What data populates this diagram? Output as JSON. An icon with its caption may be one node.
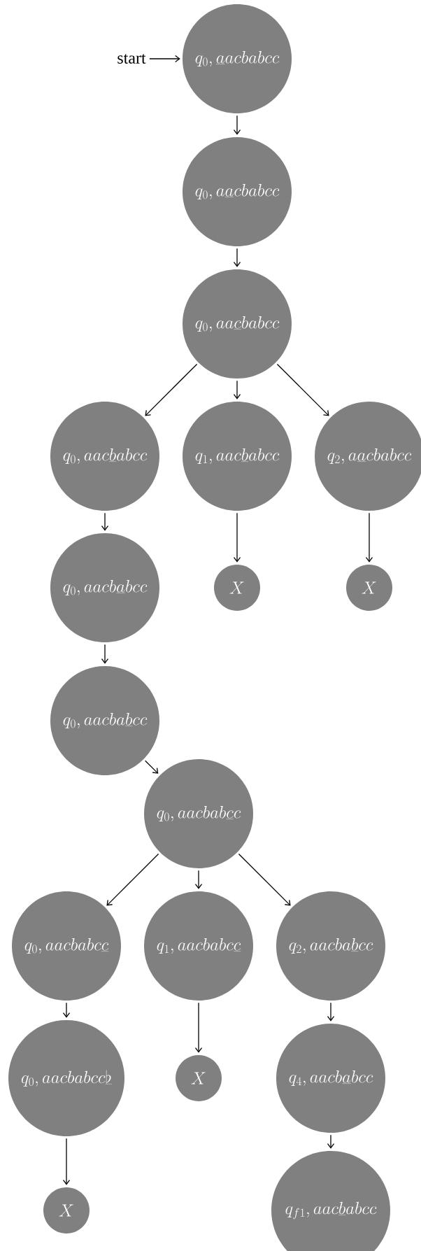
{
  "diagram": {
    "nodes": [
      {
        "text": [
          "start"
        ]
      },
      {
        "text": [
          "q_0, \\underline{a}acbabcc"
        ]
      },
      {
        "text": [
          "q_0, a\\underline{a}cbabcc"
        ]
      },
      {
        "text": [
          "q_0, aa\\underline{c}babcc"
        ]
      },
      {
        "text": [
          "q_0, aac\\underline{b}abcc"
        ]
      },
      {
        "text": [
          "q_1, aac\\underline{b}abcc"
        ]
      },
      {
        "text": [
          "q_2, a\\underline{a}cbabcc"
        ]
      },
      {
        "text": [
          "q_0, aacb\\underline{a}bcc"
        ]
      },
      {
        "text": [
          "X"
        ]
      },
      {
        "text": [
          "X"
        ]
      },
      {
        "text": [
          "q_0, aacba\\underline{b}cc"
        ]
      },
      {
        "text": [
          "q_0, aacbab\\underline{c}c"
        ]
      },
      {
        "text": [
          "q_0, aacbabc\\underline{c}"
        ]
      },
      {
        "text": [
          "q_1, aacbabc\\underline{c}"
        ]
      },
      {
        "text": [
          "q_2, aacba\\underline{b}cc"
        ]
      },
      {
        "text": [
          "q_0, aacbabcc\\underline{\\flat}"
        ]
      },
      {
        "text": [
          "X"
        ]
      },
      {
        "text": [
          "q_4, aacb\\underline{a}bcc"
        ]
      },
      {
        "text": [
          "X"
        ]
      },
      {
        "text": [
          "q_{f1}, aac\\underline{b}abcc"
        ]
      }
    ],
    "edges": [
      {
        "from": 0,
        "to": 1,
        "arrow": "to"
      },
      {
        "from": 1,
        "to": 2,
        "arrow": "to"
      },
      {
        "from": 2,
        "to": 3,
        "arrow": "to"
      },
      {
        "from": 3,
        "to": 4,
        "arrow": "to"
      },
      {
        "from": 3,
        "to": 5,
        "arrow": "to"
      },
      {
        "from": 3,
        "to": 6,
        "arrow": "to"
      },
      {
        "from": 4,
        "to": 7,
        "arrow": "to"
      },
      {
        "from": 5,
        "to": 8,
        "arrow": "to"
      },
      {
        "from": 6,
        "to": 9,
        "arrow": "to"
      },
      {
        "from": 7,
        "to": 10,
        "arrow": "to"
      },
      {
        "from": 10,
        "to": 11,
        "arrow": "to"
      },
      {
        "from": 11,
        "to": 12,
        "arrow": "to"
      },
      {
        "from": 11,
        "to": 13,
        "arrow": "to"
      },
      {
        "from": 11,
        "to": 14,
        "arrow": "to"
      },
      {
        "from": 12,
        "to": 15,
        "arrow": "to"
      },
      {
        "from": 13,
        "to": 16,
        "arrow": "to"
      },
      {
        "from": 14,
        "to": 17,
        "arrow": "to"
      },
      {
        "from": 15,
        "to": 18,
        "arrow": "to"
      },
      {
        "from": 17,
        "to": 19,
        "arrow": "to"
      }
    ]
  }
}
